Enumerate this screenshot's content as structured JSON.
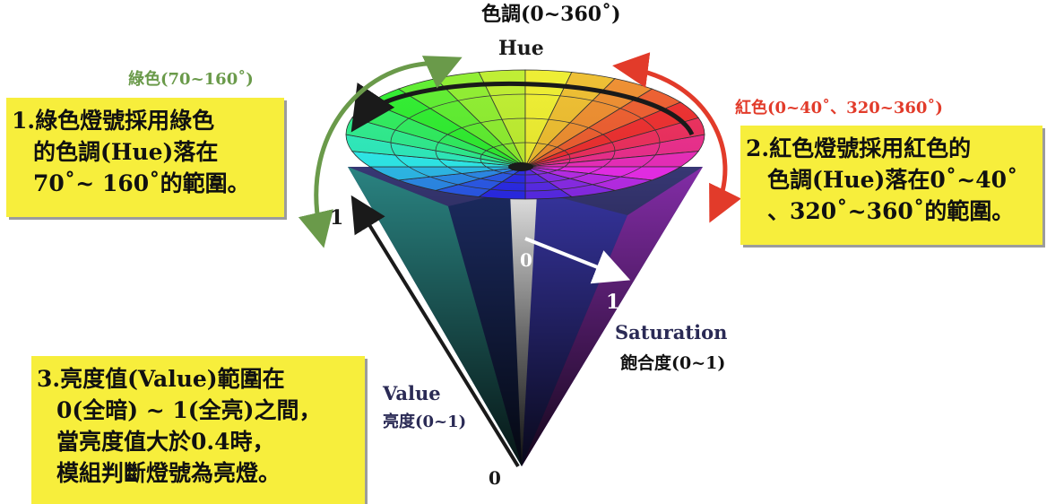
{
  "title": "色調(0~360˚)",
  "hue_label": "Hue",
  "green_range_label": "綠色(70~160˚)",
  "red_range_label": "紅色(0~40˚、320~360˚)",
  "green_box": {
    "lines": [
      "1.綠色燈號採用綠色",
      "的色調(Hue)落在",
      "70˚~ 160˚的範圍。"
    ]
  },
  "red_box": {
    "lines": [
      "2.紅色燈號採用紅色的",
      "色調(Hue)落在0˚~40˚",
      "、320˚~360˚的範圍。"
    ]
  },
  "value_box": {
    "lines": [
      "3.亮度值(Value)範圍在",
      "0(全暗) ~ 1(全亮)之間，",
      "當亮度值大於0.4時，",
      "模組判斷燈號為亮燈。"
    ]
  },
  "value_axis": {
    "label": "Value",
    "label_zh": "亮度(0~1)",
    "top": "1",
    "bottom": "0"
  },
  "saturation_axis": {
    "label": "Saturation",
    "label_zh": "飽合度(0~1)",
    "start": "0",
    "end": "1"
  },
  "colors": {
    "green_arrow": "#6a9a4a",
    "red_arrow": "#e23b2a",
    "box_fill": "#f7ee3c"
  }
}
